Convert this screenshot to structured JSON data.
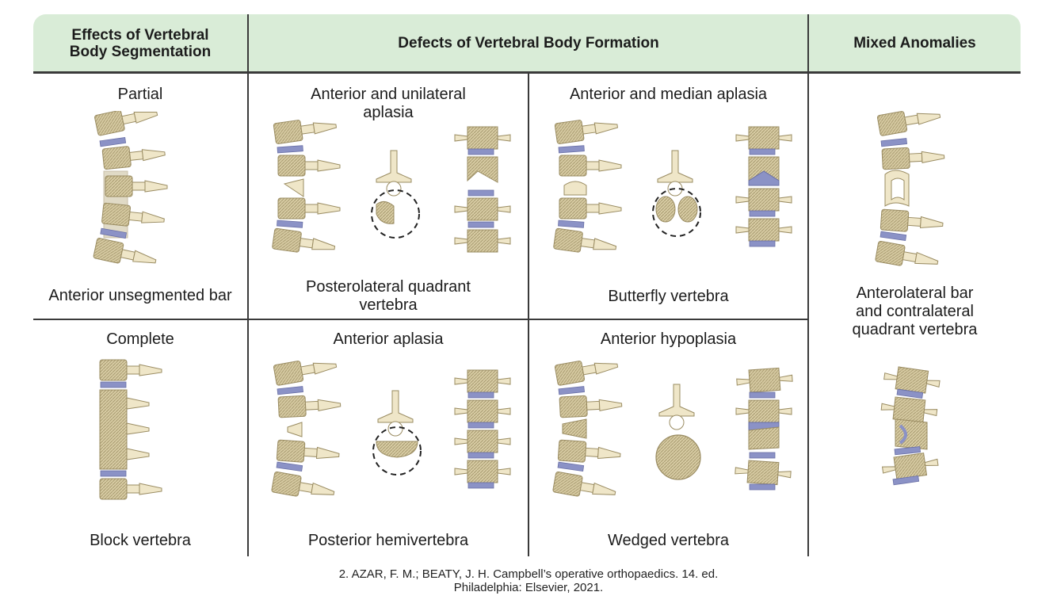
{
  "header": {
    "col1": "Effects of Vertebral\nBody Segmentation",
    "col2": "Defects of Vertebral Body Formation",
    "col3": "Mixed Anomalies"
  },
  "cells": {
    "partial": {
      "title": "Partial",
      "caption": "Anterior unsegmented bar"
    },
    "complete": {
      "title": "Complete",
      "caption": "Block vertebra"
    },
    "ant_unilateral": {
      "title": "Anterior and unilateral\naplasia",
      "caption": "Posterolateral quadrant\nvertebra"
    },
    "ant_median": {
      "title": "Anterior and median aplasia",
      "caption": "Butterfly vertebra"
    },
    "ant_aplasia": {
      "title": "Anterior aplasia",
      "caption": "Posterior hemivertebra"
    },
    "ant_hypoplasia": {
      "title": "Anterior hypoplasia",
      "caption": "Wedged vertebra"
    },
    "mixed": {
      "caption": "Anterolateral bar\nand contralateral\nquadrant vertebra"
    }
  },
  "citation": {
    "line1": "2. AZAR, F. M.; BEATY, J. H. Campbell’s operative orthopaedics. 14. ed.",
    "line2": "Philadelphia: Elsevier, 2021."
  },
  "colors": {
    "header_bg": "#d9ecd7",
    "bone": "#efe6c8",
    "disc": "#8b92c6"
  }
}
